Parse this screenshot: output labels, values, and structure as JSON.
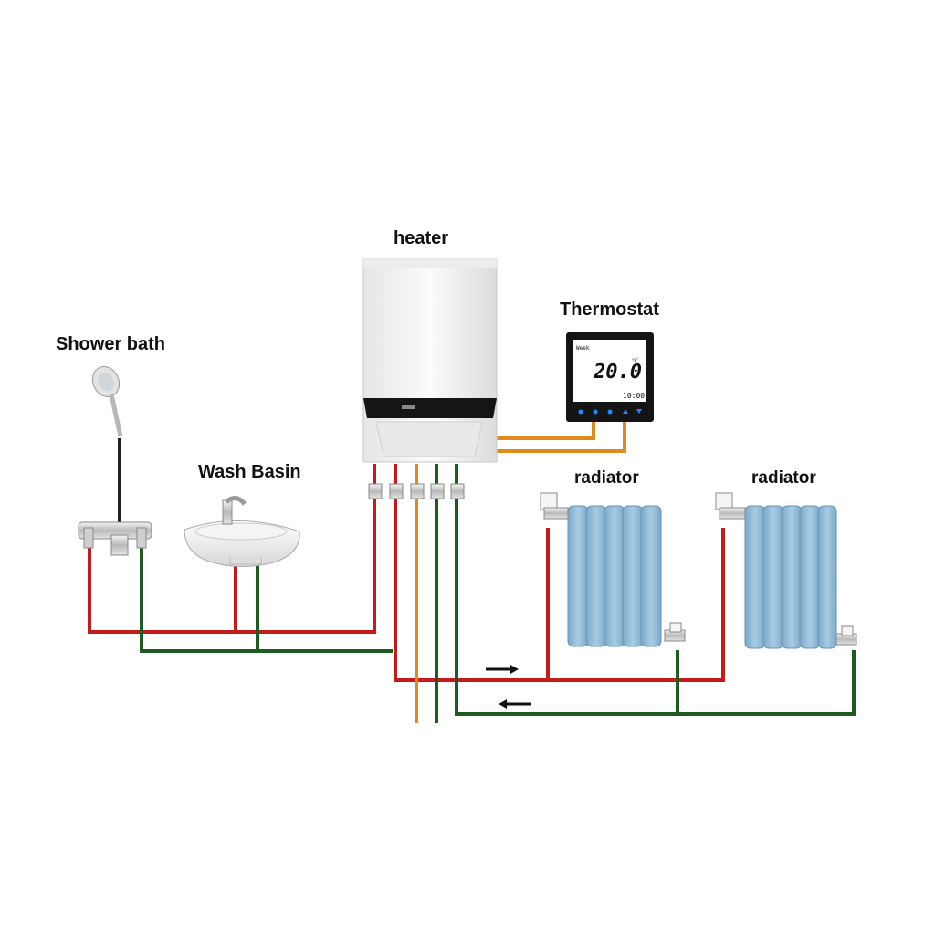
{
  "labels": {
    "heater": "heater",
    "thermostat": "Thermostat",
    "shower": "Shower bath",
    "basin": "Wash Basin",
    "radiator_1": "radiator",
    "radiator_2": "radiator"
  },
  "thermostat_display": {
    "mode": "Week",
    "temperature": "20.0",
    "unit": "°C",
    "clock": "10:00"
  },
  "colors": {
    "hot_pipe": "#c61b1b",
    "return_pipe": "#1f5a22",
    "signal_wire": "#e08a1e",
    "radiator": "#8fb8d6",
    "heater_body": "#f2f2f2",
    "thermostat_body": "#141414",
    "thermostat_screen": "#ffffff",
    "thermostat_buttons": "#1e88ff"
  },
  "icons": [
    "flow-right-arrow-icon",
    "flow-left-arrow-icon",
    "radiator-valve-icon",
    "shower-head-icon",
    "faucet-icon"
  ]
}
